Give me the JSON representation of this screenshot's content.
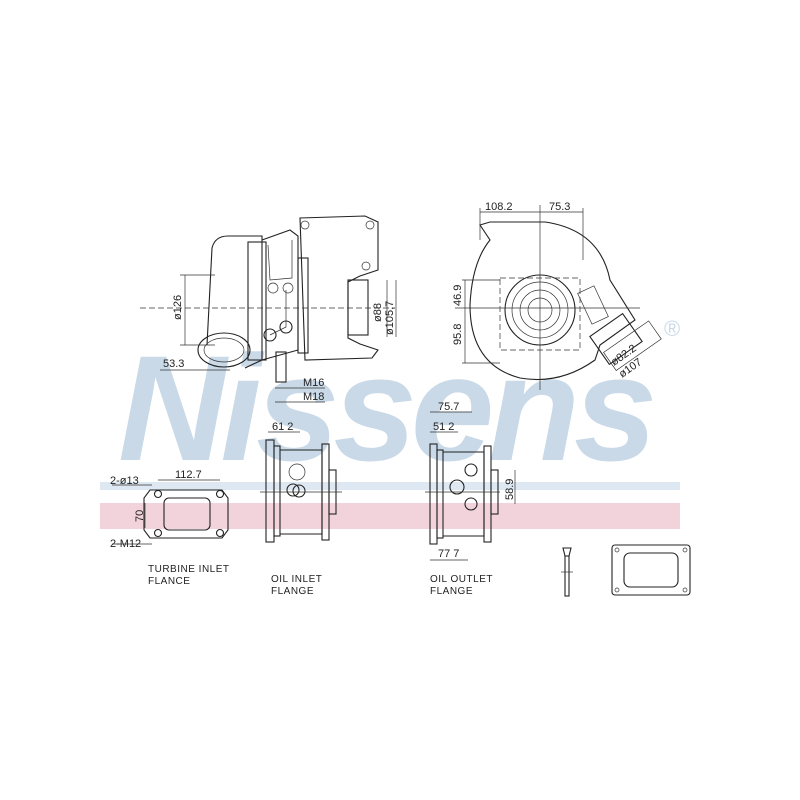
{
  "watermark": {
    "brand": "Nissens",
    "registered": "®",
    "colors": {
      "letters": "#c9d9e8",
      "band_red": "#f2d3dc",
      "band_blue": "#c9d9e8"
    }
  },
  "side_view": {
    "compressor_inlet_dia": "ø126",
    "offset": "53.3",
    "outlet_inner_dia": "ø88",
    "outlet_outer_dia": "ø105,7",
    "thread_1": "M16",
    "thread_2": "M18"
  },
  "front_view": {
    "width_left": "108.2",
    "width_right": "75.3",
    "height_upper": "46.9",
    "height_lower": "95.8",
    "outlet_inner_dia": "ø82.2",
    "outlet_outer_dia": "ø107"
  },
  "turbine_inlet_flange": {
    "holes": "2-ø13",
    "hole_spacing": "112.7",
    "height": "70",
    "threads": "2-M12",
    "caption_line1": "TURBINE  INLET",
    "caption_line2": "FLANCE"
  },
  "oil_inlet_flange": {
    "offset": "61 2",
    "caption_line1": "OIL  INLET",
    "caption_line2": "FLANGE"
  },
  "oil_outlet_flange": {
    "width_top": "75.7",
    "offset": "51 2",
    "height": "58.9",
    "width_bottom": "77 7",
    "caption_line1": "OIL  OUTLET",
    "caption_line2": "FLANGE"
  }
}
